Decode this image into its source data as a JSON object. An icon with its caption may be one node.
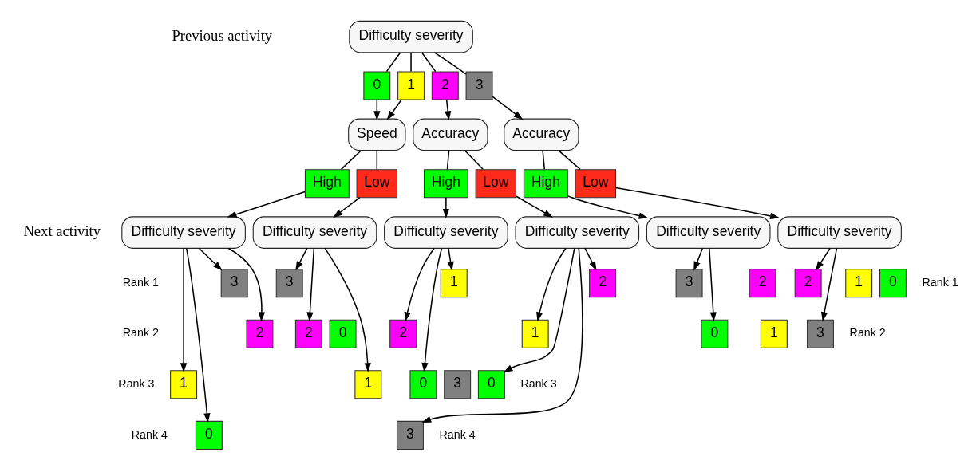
{
  "diagram": {
    "nodes": [
      {
        "text": [
          "Difficulty severity"
        ]
      },
      {
        "text": [
          "0"
        ]
      },
      {
        "text": [
          "1"
        ]
      },
      {
        "text": [
          "2"
        ]
      },
      {
        "text": [
          "3"
        ]
      },
      {
        "text": [
          "Speed"
        ]
      },
      {
        "text": [
          "Accuracy"
        ]
      },
      {
        "text": [
          "Accuracy"
        ]
      },
      {
        "text": [
          "High"
        ]
      },
      {
        "text": [
          "Low"
        ]
      },
      {
        "text": [
          "High"
        ]
      },
      {
        "text": [
          "Low"
        ]
      },
      {
        "text": [
          "High"
        ]
      },
      {
        "text": [
          "Low"
        ]
      },
      {
        "text": [
          "Difficulty severity"
        ]
      },
      {
        "text": [
          "Difficulty severity"
        ]
      },
      {
        "text": [
          "Difficulty severity"
        ]
      },
      {
        "text": [
          "Difficulty severity"
        ]
      },
      {
        "text": [
          "Difficulty severity"
        ]
      },
      {
        "text": [
          "Difficulty severity"
        ]
      },
      {
        "text": [
          "3"
        ]
      },
      {
        "text": [
          "2"
        ]
      },
      {
        "text": [
          "1"
        ]
      },
      {
        "text": [
          "0"
        ]
      },
      {
        "text": [
          "3"
        ]
      },
      {
        "text": [
          "2"
        ]
      },
      {
        "text": [
          "0"
        ]
      },
      {
        "text": [
          "1"
        ]
      },
      {
        "text": [
          "1"
        ]
      },
      {
        "text": [
          "2"
        ]
      },
      {
        "text": [
          "0"
        ]
      },
      {
        "text": [
          "3"
        ]
      },
      {
        "text": [
          "2"
        ]
      },
      {
        "text": [
          "1"
        ]
      },
      {
        "text": [
          "0"
        ]
      },
      {
        "text": [
          "3"
        ]
      },
      {
        "text": [
          "3"
        ]
      },
      {
        "text": [
          "2"
        ]
      },
      {
        "text": [
          "0"
        ]
      },
      {
        "text": [
          "1"
        ]
      },
      {
        "text": [
          "2"
        ]
      },
      {
        "text": [
          "1"
        ]
      },
      {
        "text": [
          "0"
        ]
      },
      {
        "text": [
          "3"
        ]
      }
    ],
    "edges": [
      {
        "from": 0,
        "to": 1,
        "arrow": "none"
      },
      {
        "from": 0,
        "to": 2,
        "arrow": "none"
      },
      {
        "from": 0,
        "to": 3,
        "arrow": "none"
      },
      {
        "from": 0,
        "to": 4,
        "arrow": "none"
      },
      {
        "from": 1,
        "to": 5,
        "arrow": "to"
      },
      {
        "from": 2,
        "to": 5,
        "arrow": "to"
      },
      {
        "from": 3,
        "to": 6,
        "arrow": "to"
      },
      {
        "from": 4,
        "to": 7,
        "arrow": "to"
      },
      {
        "from": 5,
        "to": 8,
        "arrow": "none"
      },
      {
        "from": 5,
        "to": 9,
        "arrow": "none"
      },
      {
        "from": 6,
        "to": 10,
        "arrow": "none"
      },
      {
        "from": 6,
        "to": 11,
        "arrow": "none"
      },
      {
        "from": 7,
        "to": 12,
        "arrow": "none"
      },
      {
        "from": 7,
        "to": 13,
        "arrow": "none"
      },
      {
        "from": 8,
        "to": 14,
        "arrow": "to"
      },
      {
        "from": 9,
        "to": 15,
        "arrow": "to"
      },
      {
        "from": 10,
        "to": 16,
        "arrow": "to"
      },
      {
        "from": 11,
        "to": 17,
        "arrow": "to"
      },
      {
        "from": 12,
        "to": 18,
        "arrow": "to"
      },
      {
        "from": 13,
        "to": 19,
        "arrow": "to"
      },
      {
        "from": 14,
        "to": 20,
        "arrow": "to"
      },
      {
        "from": 14,
        "to": 21,
        "arrow": "to"
      },
      {
        "from": 14,
        "to": 22,
        "arrow": "to"
      },
      {
        "from": 14,
        "to": 23,
        "arrow": "to"
      },
      {
        "from": 15,
        "to": 24,
        "arrow": "to"
      },
      {
        "from": 15,
        "to": 25,
        "arrow": "to"
      },
      {
        "from": 15,
        "to": 27,
        "arrow": "to"
      },
      {
        "from": 16,
        "to": 28,
        "arrow": "to"
      },
      {
        "from": 16,
        "to": 29,
        "arrow": "to"
      },
      {
        "from": 16,
        "to": 30,
        "arrow": "to"
      },
      {
        "from": 17,
        "to": 32,
        "arrow": "to"
      },
      {
        "from": 17,
        "to": 33,
        "arrow": "to"
      },
      {
        "from": 17,
        "to": 34,
        "arrow": "to"
      },
      {
        "from": 17,
        "to": 35,
        "arrow": "to"
      },
      {
        "from": 18,
        "to": 36,
        "arrow": "to"
      },
      {
        "from": 18,
        "to": 38,
        "arrow": "to"
      },
      {
        "from": 19,
        "to": 40,
        "arrow": "to"
      },
      {
        "from": 19,
        "to": 43,
        "arrow": "to"
      }
    ],
    "labels": [
      "Previous activity",
      "Next activity",
      "Rank 1",
      "Rank 1",
      "Rank 2",
      "Rank 2",
      "Rank 3",
      "Rank 3",
      "Rank 4",
      "Rank 4"
    ]
  }
}
